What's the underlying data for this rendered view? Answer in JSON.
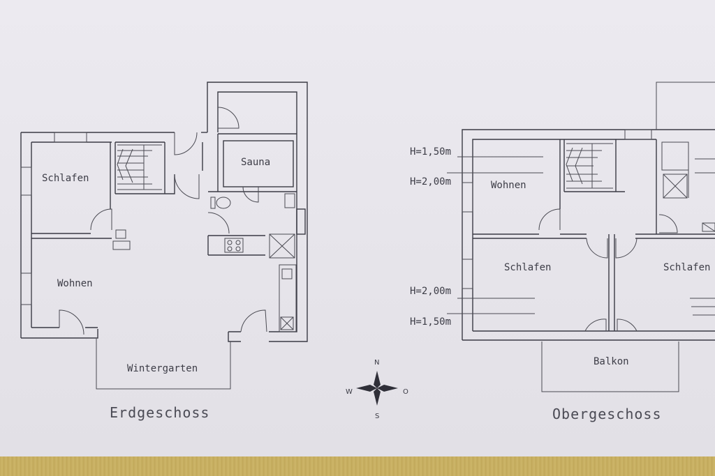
{
  "ground_floor": {
    "title": "Erdgeschoss",
    "rooms": {
      "schlafen": "Schlafen",
      "wohnen": "Wohnen",
      "sauna": "Sauna",
      "wintergarten": "Wintergarten"
    }
  },
  "upper_floor": {
    "title": "Obergeschoss",
    "rooms": {
      "wohnen": "Wohnen",
      "schlafen_left": "Schlafen",
      "schlafen_right": "Schlafen",
      "balkon": "Balkon"
    },
    "heights": {
      "top_1": "H=1,50m",
      "top_2": "H=2,00m",
      "bottom_1": "H=2,00m",
      "bottom_2": "H=1,50m"
    }
  },
  "compass": {
    "n": "N",
    "s": "S",
    "w": "W",
    "o": "O"
  }
}
